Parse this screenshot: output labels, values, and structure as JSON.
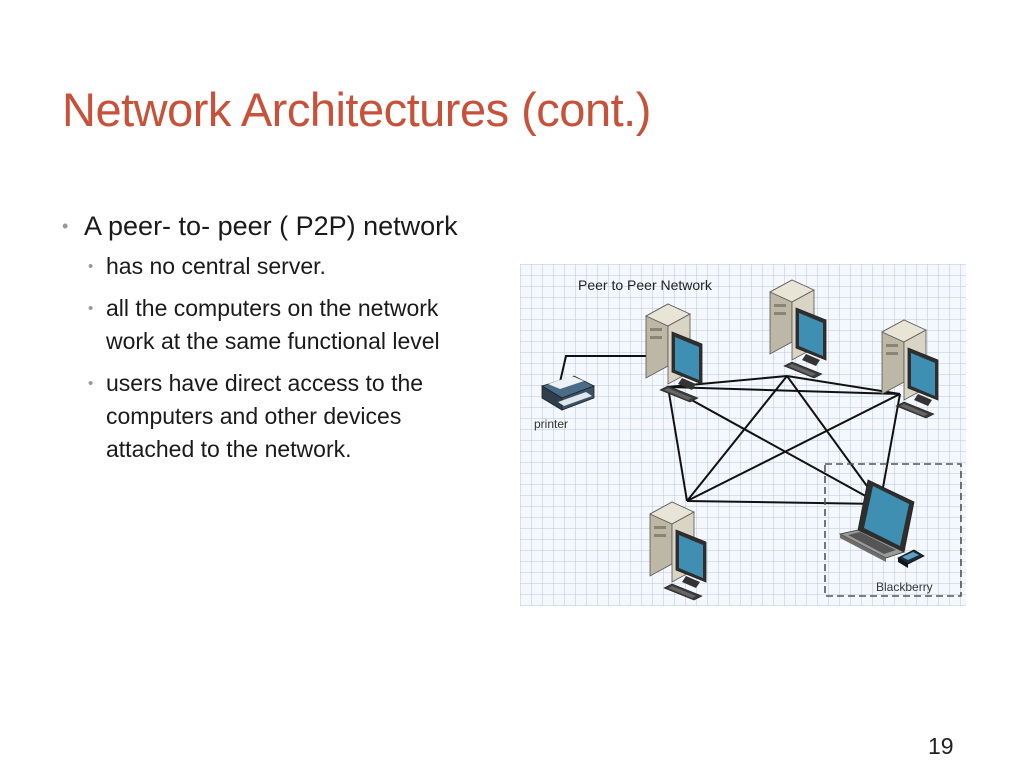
{
  "slide": {
    "title": "Network Architectures (cont.)",
    "page_number": "19"
  },
  "bullets": {
    "main": "A peer- to- peer ( P2P) network",
    "subs": [
      "has no central server.",
      "all the computers on the network work at the same functional level",
      "users have direct  access to the computers and other devices attached to the network."
    ]
  },
  "diagram": {
    "title": "Peer to Peer Network",
    "printer_label": "printer",
    "device_label": "Blackberry",
    "colors": {
      "grid": "#b9c8dc",
      "tower": "#d9d4c4",
      "screen": "#3f8fb3",
      "line": "#111111"
    }
  }
}
